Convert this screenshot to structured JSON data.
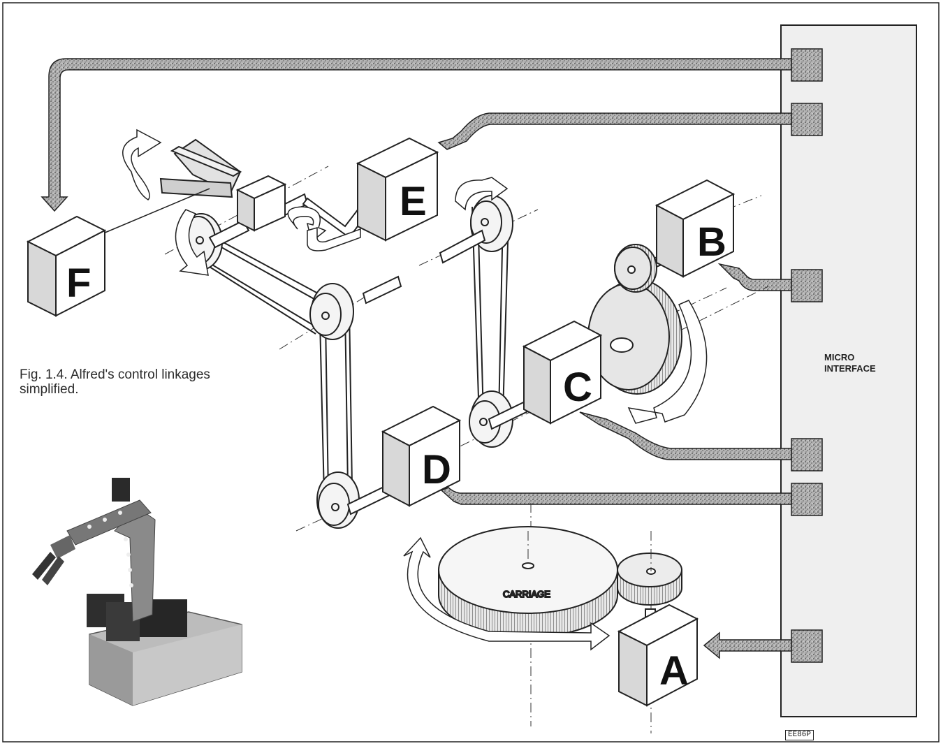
{
  "caption": "Fig. 1.4. Alfred's control linkages simplified.",
  "interface_label": "MICRO\nINTERFACE",
  "carriage_label": "CARRIAGE",
  "motor_labels": {
    "a": "A",
    "b": "B",
    "c": "C",
    "d": "D",
    "e": "E",
    "f": "F"
  },
  "code": "EE86P",
  "colors": {
    "ink": "#1a1a1a",
    "panel": "#efefef",
    "speckle": "#8f8f8f",
    "box_side": "#d8d8d8"
  }
}
